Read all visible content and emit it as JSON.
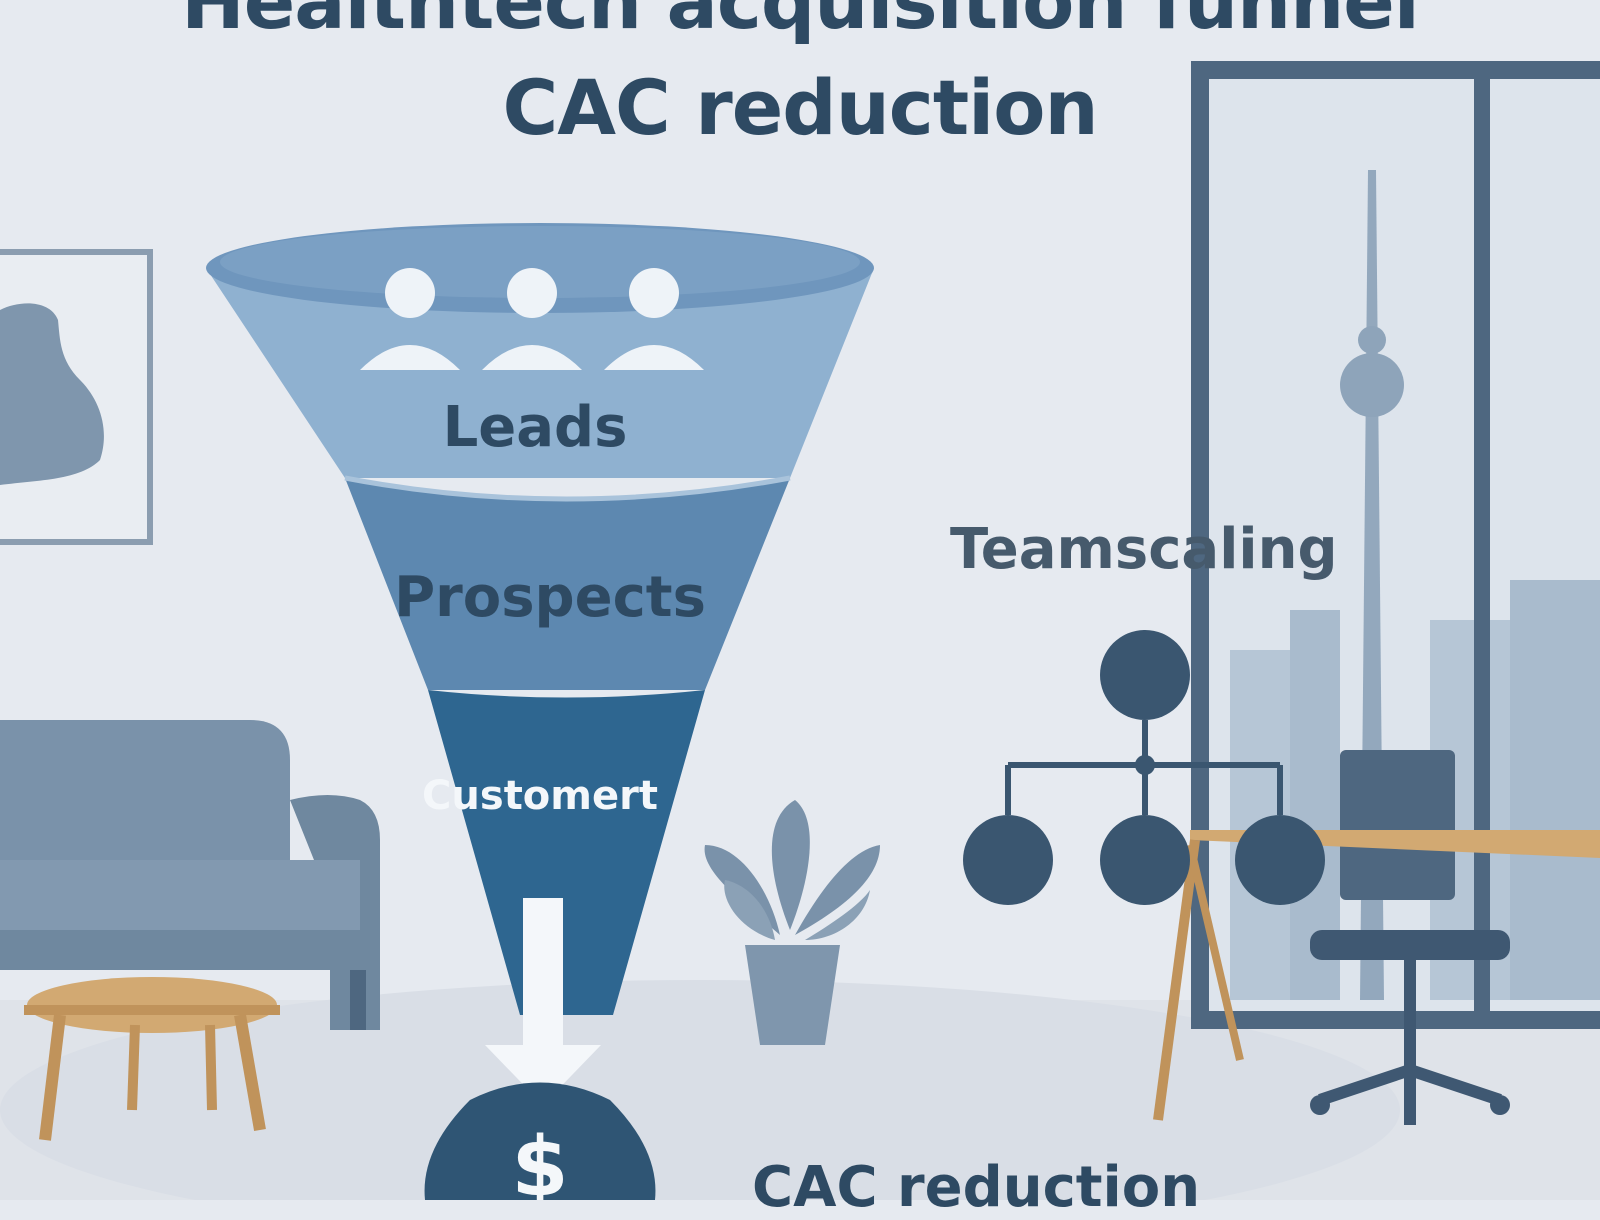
{
  "title": {
    "line1": "Healthtech acquisition funnel",
    "line2": "CAC reduction"
  },
  "funnel": {
    "stages": [
      {
        "label": "Leads",
        "color": "#8fb1d0"
      },
      {
        "label": "Prospects",
        "color": "#5d88b0"
      },
      {
        "label": "Customert",
        "color": "#2e6690"
      }
    ],
    "top_rim_color": "#6f96bd"
  },
  "team": {
    "label": "Teamscaling",
    "node_color": "#3a5670"
  },
  "cac": {
    "label": "CAC reduction",
    "coin_symbol": "$",
    "coin_color": "#2f5574"
  },
  "colors": {
    "background": "#e6eaf0",
    "ink": "#2e4a63",
    "wood": "#d2a972",
    "furniture": "#7f96ad"
  },
  "icons": [
    "people-icon",
    "arrow-down-icon",
    "money-bag-icon",
    "org-chart-icon",
    "tv-tower-icon",
    "plant-icon",
    "sofa-icon",
    "chair-icon"
  ]
}
